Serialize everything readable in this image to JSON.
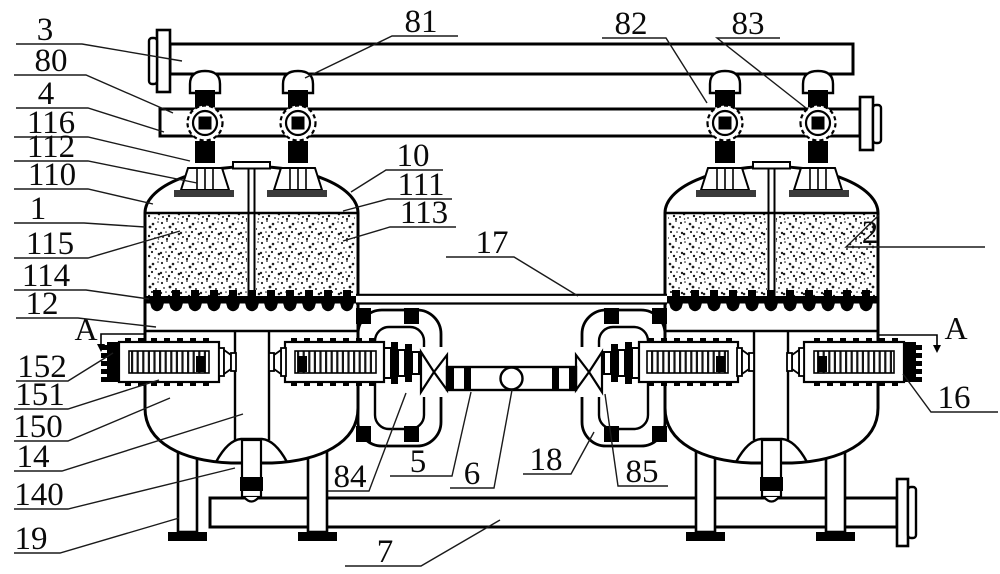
{
  "drawing": {
    "section_marker": "A",
    "parts": {
      "3": "3",
      "80": "80",
      "4": "4",
      "116": "116",
      "112": "112",
      "110": "110",
      "1": "1",
      "115": "115",
      "114": "114",
      "12": "12",
      "152": "152",
      "151": "151",
      "150": "150",
      "14": "14",
      "140": "140",
      "19": "19",
      "81": "81",
      "82": "82",
      "83": "83",
      "10": "10",
      "111": "111",
      "113": "113",
      "17": "17",
      "2": "2",
      "16": "16",
      "84": "84",
      "5": "5",
      "6": "6",
      "18": "18",
      "85": "85",
      "7": "7"
    },
    "colors": {
      "background": "#ffffff",
      "line": "#000000",
      "flange_plate": "#3a3a3a"
    }
  }
}
